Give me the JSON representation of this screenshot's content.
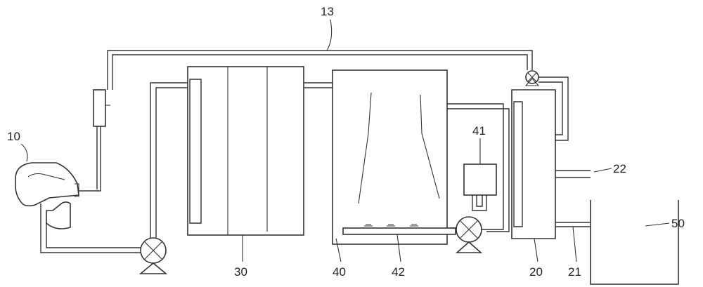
{
  "labels": {
    "toilet": "10",
    "top_pipe": "13",
    "outlet_tank": "20",
    "drain_pipe": "21",
    "overflow_pipe": "22",
    "filter_tank": "30",
    "settling_tank": "40",
    "blower": "41",
    "aerator": "42",
    "collection_tank": "50"
  },
  "colors": {
    "line": "#333333",
    "background": "#ffffff"
  }
}
